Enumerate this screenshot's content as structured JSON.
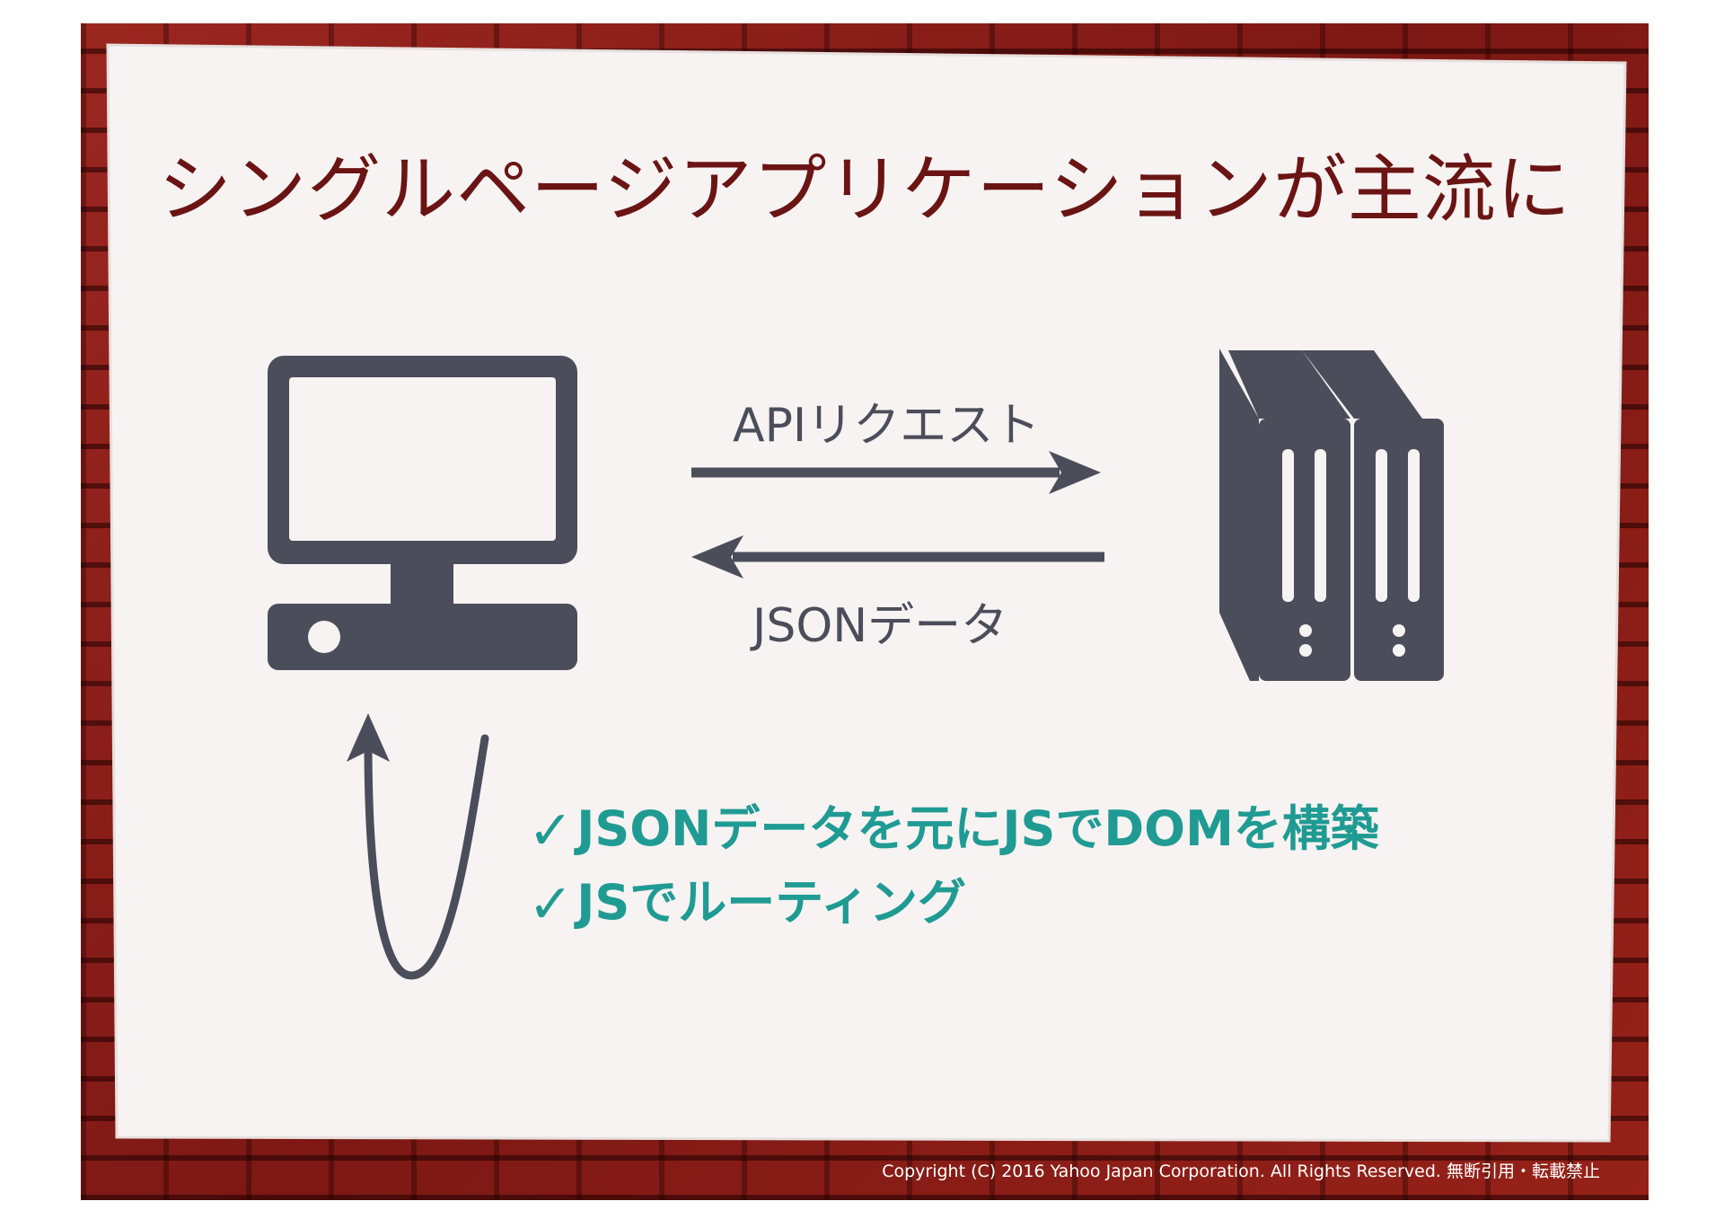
{
  "slide": {
    "title": "シングルページアプリケーションが主流に",
    "arrow_top_label": "APIリクエスト",
    "arrow_bottom_label": "JSONデータ",
    "checklist": [
      "JSONデータを元にJSでDOMを構築",
      "JSでルーティング"
    ],
    "check_symbol": "✓",
    "copyright": "Copyright (C) 2016 Yahoo Japan Corporation. All Rights Reserved. 無断引用・転載禁止"
  },
  "colors": {
    "title": "#6b1414",
    "icon": "#4b4d5a",
    "accent": "#1f9b93",
    "paper": "#f7f3f2",
    "brick": "#8c1d18"
  },
  "icons": [
    "desktop-computer-icon",
    "server-icon",
    "loop-arrow-icon",
    "checkmark-icon"
  ]
}
